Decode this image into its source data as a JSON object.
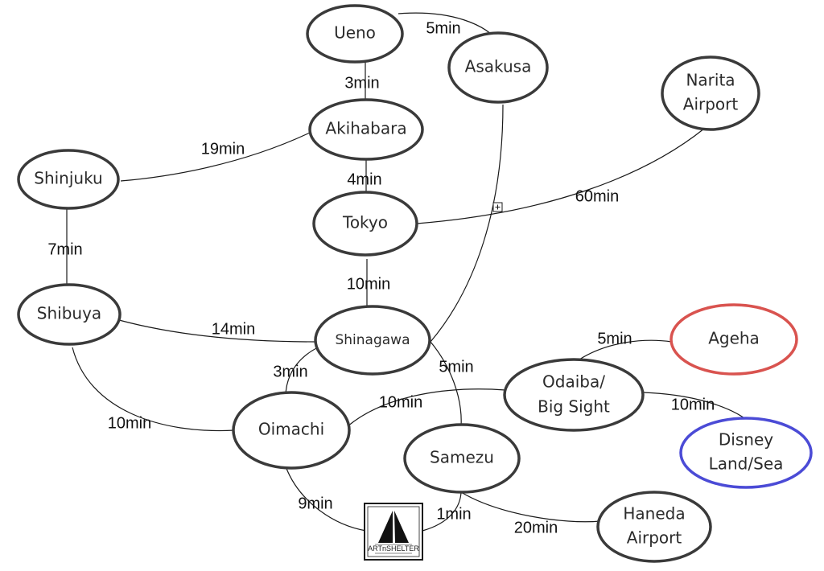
{
  "nodes": {
    "ueno": {
      "label": "Ueno"
    },
    "asakusa": {
      "label": "Asakusa"
    },
    "narita": {
      "line1": "Narita",
      "line2": "Airport"
    },
    "akihabara": {
      "label": "Akihabara"
    },
    "shinjuku": {
      "label": "Shinjuku"
    },
    "tokyo": {
      "label": "Tokyo"
    },
    "shibuya": {
      "label": "Shibuya"
    },
    "shinagawa": {
      "label": "Shinagawa"
    },
    "ageha": {
      "label": "Ageha"
    },
    "odaiba": {
      "line1": "Odaiba/",
      "line2": "Big Sight"
    },
    "oimachi": {
      "label": "Oimachi"
    },
    "samezu": {
      "label": "Samezu"
    },
    "disney": {
      "line1": "Disney",
      "line2": "Land/Sea"
    },
    "haneda": {
      "line1": "Haneda",
      "line2": "Airport"
    }
  },
  "edges": {
    "ueno_asakusa": "5min",
    "ueno_akihabara": "3min",
    "akihabara_shinjuku": "19min",
    "akihabara_tokyo": "4min",
    "tokyo_narita": "60min",
    "shinjuku_shibuya": "7min",
    "tokyo_shinagawa": "10min",
    "shibuya_shinagawa": "14min",
    "shinagawa_oimachi": "3min",
    "shinagawa_samezu": "5min",
    "odaiba_ageha": "5min",
    "oimachi_odaiba": "10min",
    "odaiba_disney": "10min",
    "shibuya_oimachi": "10min",
    "oimachi_hotel": "9min",
    "samezu_hotel": "1min",
    "samezu_haneda": "20min"
  },
  "logo": {
    "text": "ARTnSHELTER"
  },
  "colors": {
    "node_stroke": "#3a3a3a",
    "ageha_stroke": "#d9534f",
    "disney_stroke": "#4b4bd6"
  }
}
